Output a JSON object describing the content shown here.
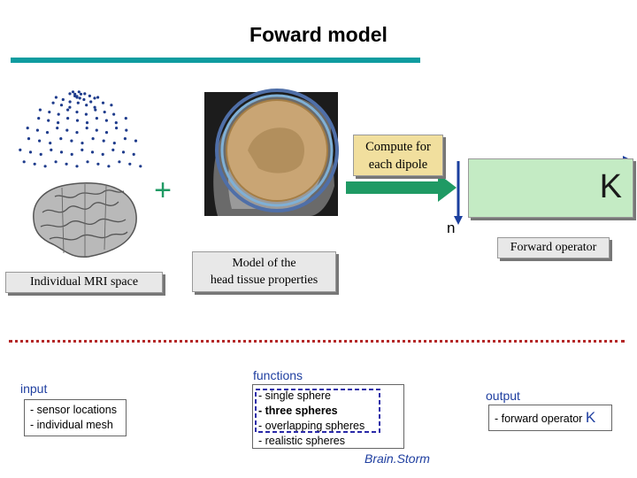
{
  "title": "Foward model",
  "labels": {
    "mri_space": "Individual MRI space",
    "head_model_line1": "Model of the",
    "head_model_line2": "head tissue properties",
    "compute_line1": "Compute for",
    "compute_line2": "each dipole",
    "k_symbol": "K",
    "forward_operator": "Forward operator",
    "plus": "+",
    "n": "n"
  },
  "bottom": {
    "input_heading": "input",
    "input_items": [
      "- sensor locations",
      "- individual mesh"
    ],
    "functions_heading": "functions",
    "functions_items": [
      "- single sphere",
      "- three spheres",
      "- overlapping spheres",
      "- realistic spheres"
    ],
    "output_heading": "output",
    "output_item": "- forward operator",
    "output_k": "K",
    "footer": "Brain.Storm"
  },
  "colors": {
    "title_underline": "#0f9ca0",
    "arrow": "#1f9a64",
    "compute_fill": "#f1df9e",
    "k_fill": "#c4ebc4",
    "divider": "#b42828",
    "accent_text": "#1f3fa0",
    "dash_border": "#2a2aa8"
  }
}
